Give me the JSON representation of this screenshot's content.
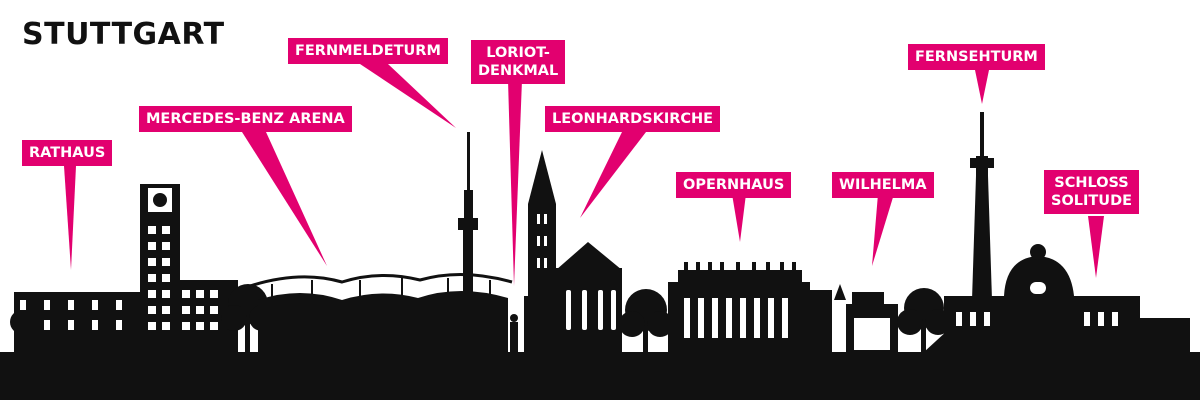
{
  "title": "STUTTGART",
  "colors": {
    "accent": "#E2006F",
    "silhouette": "#111111",
    "background": "#FFFFFF"
  },
  "landmarks": [
    {
      "id": "rathaus",
      "lines": [
        "RATHAUS"
      ]
    },
    {
      "id": "mercedes-benz-arena",
      "lines": [
        "MERCEDES-BENZ ARENA"
      ]
    },
    {
      "id": "fernmeldeturm",
      "lines": [
        "FERNMELDETURM"
      ]
    },
    {
      "id": "loriot-denkmal",
      "lines": [
        "LORIOT-",
        "DENKMAL"
      ]
    },
    {
      "id": "leonhardskirche",
      "lines": [
        "LEONHARDSKIRCHE"
      ]
    },
    {
      "id": "opernhaus",
      "lines": [
        "OPERNHAUS"
      ]
    },
    {
      "id": "wilhelma",
      "lines": [
        "WILHELMA"
      ]
    },
    {
      "id": "fernsehturm",
      "lines": [
        "FERNSEHTURM"
      ]
    },
    {
      "id": "schloss-solitude",
      "lines": [
        "SCHLOSS",
        "SOLITUDE"
      ]
    }
  ]
}
